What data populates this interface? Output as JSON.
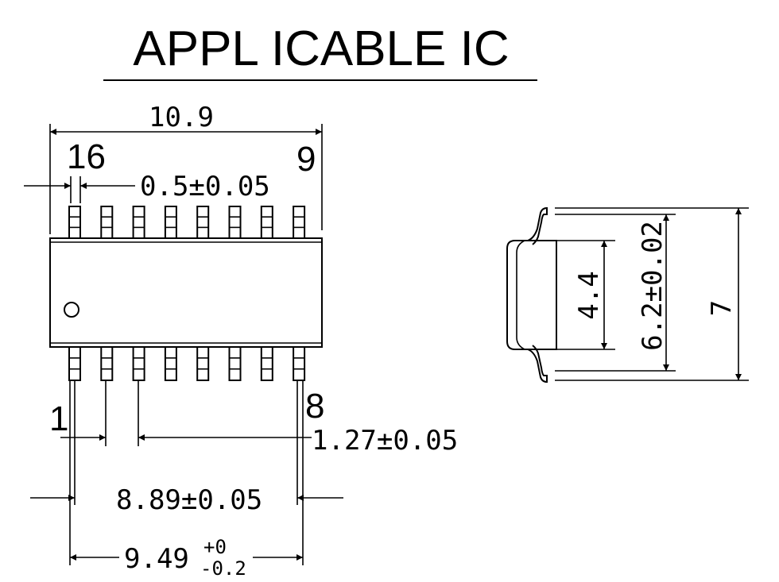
{
  "title": "APPL ICABLE IC",
  "top_view": {
    "pin_label_top_left": "16",
    "pin_label_top_right": "9",
    "pin_label_bottom_left": "1",
    "pin_label_bottom_right": "8",
    "dim_overall_length": "10.9",
    "dim_pin_width": "0.5±0.05",
    "dim_pin_pitch": "1.27±0.05",
    "dim_pin_span": "8.89±0.05",
    "dim_body_length_value": "9.49",
    "dim_body_length_tol_plus": "+0",
    "dim_body_length_tol_minus": "-0.2",
    "pins_per_side": 8
  },
  "side_view": {
    "dim_body_width": "4.4",
    "dim_lead_span": "6.2±0.02",
    "dim_overall": "7"
  }
}
